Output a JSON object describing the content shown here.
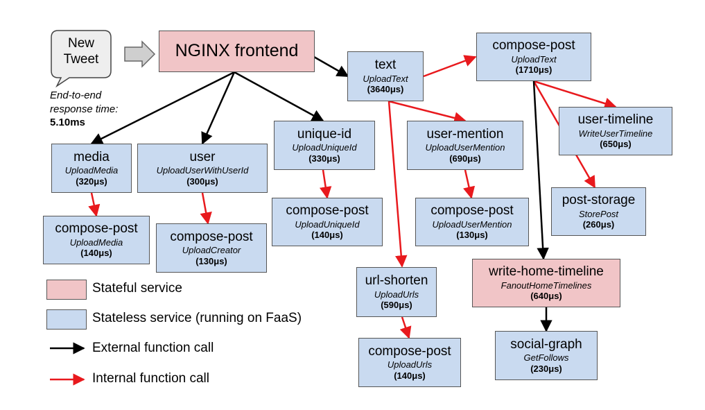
{
  "colors": {
    "stateful_fill": "#f1c5c7",
    "stateless_fill": "#c9daf0",
    "external_call": "#000000",
    "internal_call": "#e8191d"
  },
  "tweet": {
    "line1": "New",
    "line2": "Tweet"
  },
  "response_time": {
    "line1": "End-to-end",
    "line2": "response time:",
    "value": "5.10ms"
  },
  "nodes": {
    "nginx": {
      "name": "NGINX frontend",
      "kind": "stateful"
    },
    "text": {
      "name": "text",
      "func": "UploadText",
      "time": "(3640μs)",
      "kind": "stateless"
    },
    "compose_text": {
      "name": "compose-post",
      "func": "UploadText",
      "time": "(1710μs)",
      "kind": "stateless"
    },
    "media": {
      "name": "media",
      "func": "UploadMedia",
      "time": "(320μs)",
      "kind": "stateless"
    },
    "user": {
      "name": "user",
      "func": "UploadUserWithUserId",
      "time": "(300μs)",
      "kind": "stateless"
    },
    "unique_id": {
      "name": "unique-id",
      "func": "UploadUniqueId",
      "time": "(330μs)",
      "kind": "stateless"
    },
    "user_mention": {
      "name": "user-mention",
      "func": "UploadUserMention",
      "time": "(690μs)",
      "kind": "stateless"
    },
    "user_timeline": {
      "name": "user-timeline",
      "func": "WriteUserTimeline",
      "time": "(650μs)",
      "kind": "stateless"
    },
    "compose_media": {
      "name": "compose-post",
      "func": "UploadMedia",
      "time": "(140μs)",
      "kind": "stateless"
    },
    "compose_creator": {
      "name": "compose-post",
      "func": "UploadCreator",
      "time": "(130μs)",
      "kind": "stateless"
    },
    "compose_uniqueid": {
      "name": "compose-post",
      "func": "UploadUniqueId",
      "time": "(140μs)",
      "kind": "stateless"
    },
    "compose_mention": {
      "name": "compose-post",
      "func": "UploadUserMention",
      "time": "(130μs)",
      "kind": "stateless"
    },
    "post_storage": {
      "name": "post-storage",
      "func": "StorePost",
      "time": "(260μs)",
      "kind": "stateless"
    },
    "url_shorten": {
      "name": "url-shorten",
      "func": "UploadUrls",
      "time": "(590μs)",
      "kind": "stateless"
    },
    "write_home": {
      "name": "write-home-timeline",
      "func": "FanoutHomeTimelines",
      "time": "(640μs)",
      "kind": "stateful"
    },
    "compose_urls": {
      "name": "compose-post",
      "func": "UploadUrls",
      "time": "(140μs)",
      "kind": "stateless"
    },
    "social_graph": {
      "name": "social-graph",
      "func": "GetFollows",
      "time": "(230μs)",
      "kind": "stateless"
    }
  },
  "edges": [
    {
      "from": "nginx",
      "to": "text",
      "type": "external"
    },
    {
      "from": "nginx",
      "to": "media",
      "type": "external"
    },
    {
      "from": "nginx",
      "to": "user",
      "type": "external"
    },
    {
      "from": "nginx",
      "to": "unique_id",
      "type": "external"
    },
    {
      "from": "text",
      "to": "compose_text",
      "type": "internal"
    },
    {
      "from": "text",
      "to": "user_mention",
      "type": "internal"
    },
    {
      "from": "text",
      "to": "url_shorten",
      "type": "internal"
    },
    {
      "from": "compose_text",
      "to": "user_timeline",
      "type": "internal"
    },
    {
      "from": "compose_text",
      "to": "post_storage",
      "type": "internal"
    },
    {
      "from": "compose_text",
      "to": "write_home",
      "type": "external"
    },
    {
      "from": "media",
      "to": "compose_media",
      "type": "internal"
    },
    {
      "from": "user",
      "to": "compose_creator",
      "type": "internal"
    },
    {
      "from": "unique_id",
      "to": "compose_uniqueid",
      "type": "internal"
    },
    {
      "from": "user_mention",
      "to": "compose_mention",
      "type": "internal"
    },
    {
      "from": "url_shorten",
      "to": "compose_urls",
      "type": "internal"
    },
    {
      "from": "write_home",
      "to": "social_graph",
      "type": "external"
    }
  ],
  "legend": {
    "stateful": "Stateful service",
    "stateless": "Stateless service (running on FaaS)",
    "external": "External function call",
    "internal": "Internal function call"
  }
}
